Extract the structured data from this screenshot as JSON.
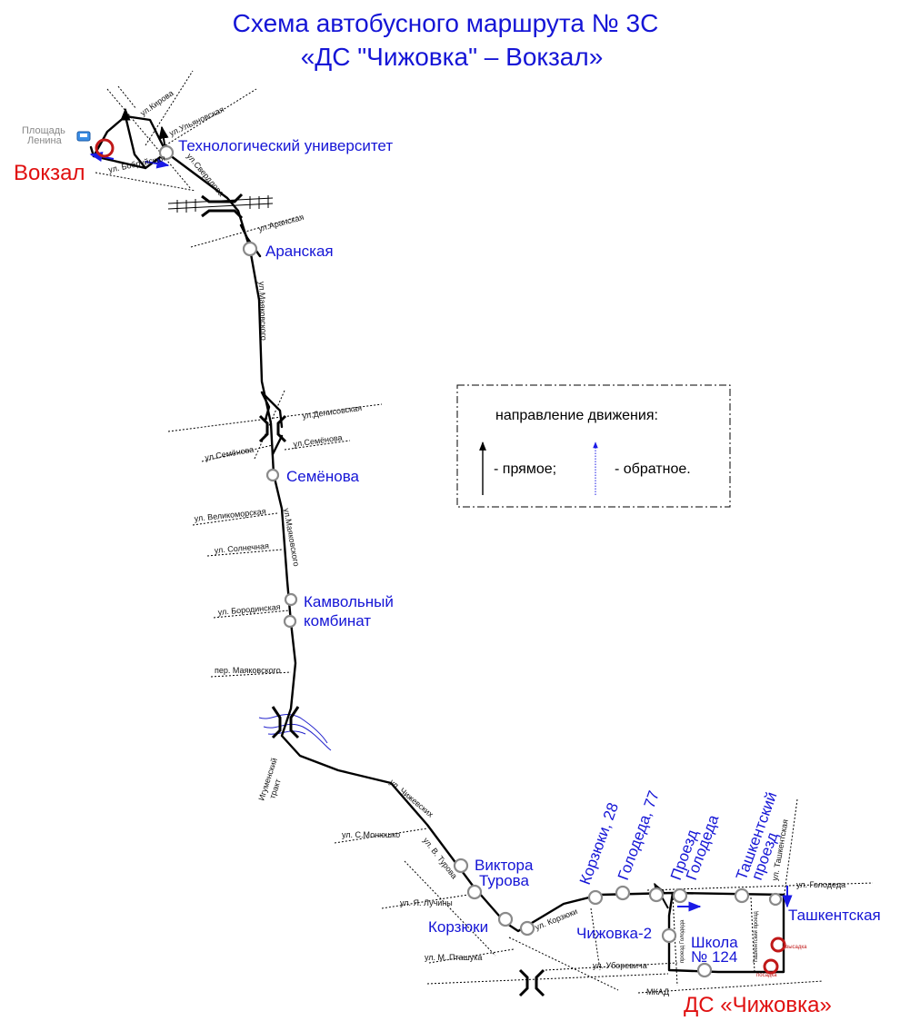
{
  "title": {
    "line1": "Схема автобусного маршрута № 3С",
    "line2": "«ДС \"Чижовка\" – Вокзал»"
  },
  "terminals": {
    "vokzal": "Вокзал",
    "chizhovka": "ДС «Чижовка»"
  },
  "stops": {
    "tech_university": "Технологический университет",
    "aranskaya": "Аранская",
    "semenova": "Семёнова",
    "kamvolny_1": "Камвольный",
    "kamvolny_2": "комбинат",
    "viktora_1": "Виктора",
    "viktora_2": "Турова",
    "korzyuki": "Корзюки",
    "korzyuki_28": "Корзюки, 28",
    "golodeda_77": "Голодеда, 77",
    "proezd_golodeda_1": "Проезд",
    "proezd_golodeda_2": "Голодеда",
    "tashkentsky_1": "Ташкентский",
    "tashkentsky_2": "проезд",
    "tashkentskaya": "Ташкентская",
    "chizhovka_2": "Чижовка-2",
    "school_1": "Школа",
    "school_2": "№ 124"
  },
  "landmarks": {
    "ploshchad_1": "Площадь",
    "ploshchad_2": "Ленина",
    "vysadka": "высадка",
    "posadka": "посадка"
  },
  "streets": {
    "kirova": "ул.Кирова",
    "ulyanovskaya": "ул.Ульяновская",
    "bobruiskaya": "ул. Бобруйская",
    "sverdlova": "ул.Свердлова",
    "aranskaya": "ул.Аранская",
    "mayakovskogo_1": "ул.Маяковского",
    "denisovskaya": "ул.Денисовская",
    "semenova_left": "ул.Семёнова",
    "semenova_right": "ул.Семёнова",
    "velikomorskaya": "ул. Великоморская",
    "mayakovskogo_2": "ул.Маяковского",
    "solnechnaya": "ул. Солнечная",
    "borodinskaya": "ул. Бородинская",
    "per_mayakovskogo": "пер. Маяковского",
    "igumensky_1": "Игуменский",
    "igumensky_2": "тракт",
    "chizhevskih": "ул. Чижевских",
    "monyushko": "ул. С.Монюшко",
    "turova": "ул. В. Турова",
    "luchiny": "ул. Я. Лучины",
    "ptashuka": "ул. М. Пташука",
    "korzyuki": "ул. Корзюки",
    "uborevicha": "ул. Уборевича",
    "mkad": "МКАД",
    "proezd_golodeda": "проезд Голодеда",
    "tashkentsky_proezd": "Ташкентский проезд",
    "tashkentskaya": "ул. Ташкентская",
    "golodeda": "ул. Голодеда"
  },
  "legend": {
    "title": "направление движения:",
    "forward": "- прямое;",
    "reverse": "- обратное."
  },
  "colors": {
    "title": "#1515d6",
    "stop_label": "#1515d6",
    "terminal": "#e01010",
    "route": "#000000",
    "reverse_arrow": "#1a1ae6",
    "stop_circle_stroke": "#8a8a8a",
    "terminal_circle": "#c01818",
    "river": "#2222cc"
  },
  "icons": [
    "forward-arrow-icon",
    "reverse-arrow-icon",
    "bus-icon",
    "bridge-icon",
    "railway-icon",
    "river-icon",
    "terminal-loop-icon"
  ]
}
